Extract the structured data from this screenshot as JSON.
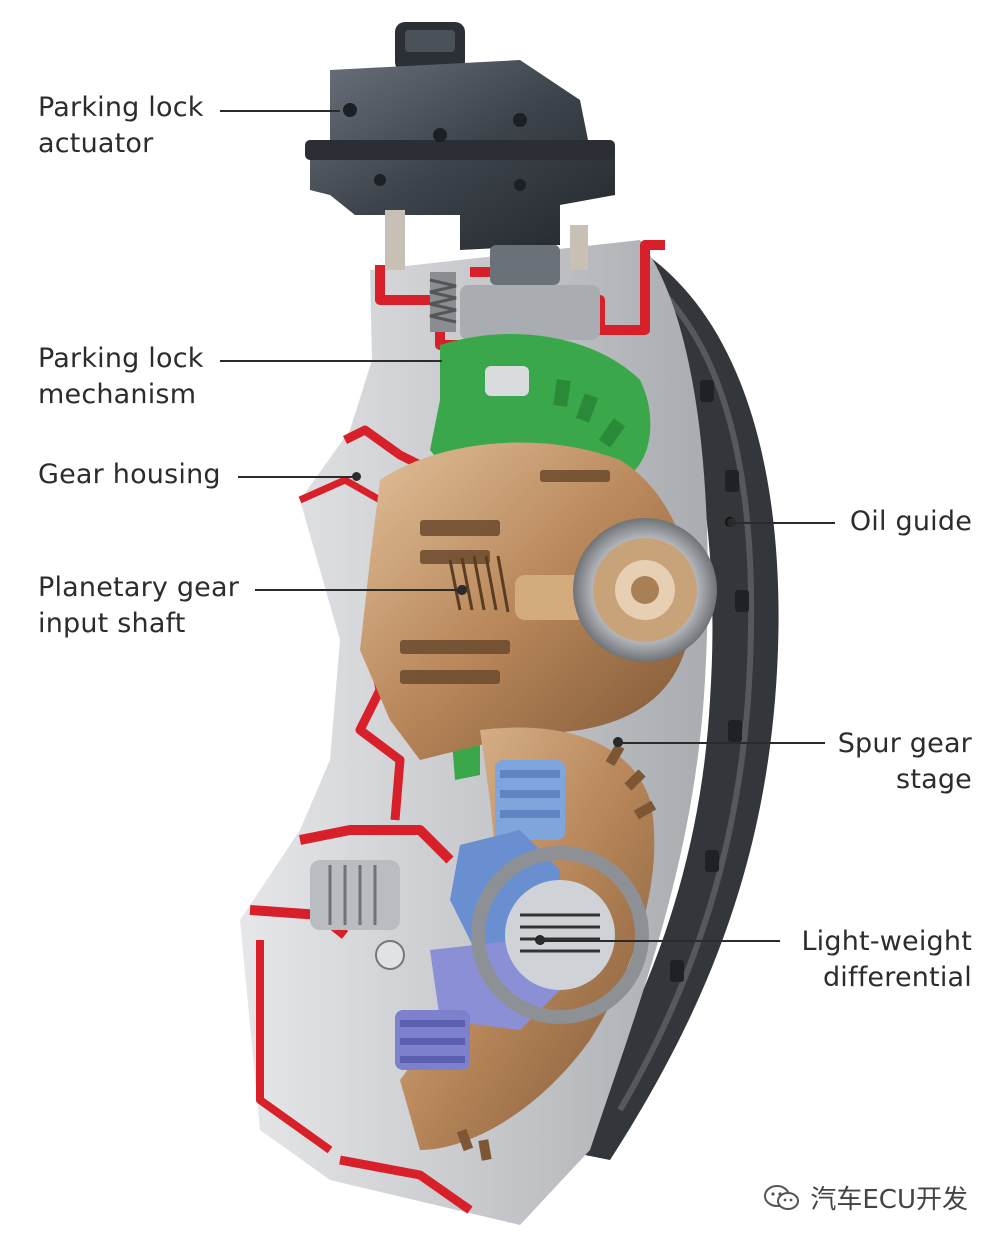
{
  "labels": {
    "parking_lock_actuator": [
      "Parking lock",
      "actuator"
    ],
    "parking_lock_mechanism": [
      "Parking lock",
      "mechanism"
    ],
    "gear_housing": [
      "Gear housing"
    ],
    "planetary_gear_input_shaft": [
      "Planetary gear",
      "input shaft"
    ],
    "oil_guide": [
      "Oil guide"
    ],
    "spur_gear_stage": [
      "Spur gear",
      "stage"
    ],
    "lightweight_differential": [
      "Light-weight",
      "differential"
    ]
  },
  "watermark": {
    "text": "汽车ECU开发",
    "icon": "wechat-icon"
  },
  "colors": {
    "housing_cut": "#d8202a",
    "gear_green": "#3aa84a",
    "gear_bronze": "#b8875a",
    "gear_blue": "#6a8fd0",
    "actuator_dark": "#3f454d",
    "oil_guide_dark": "#33363b",
    "housing_grey": "#c9cbce"
  }
}
